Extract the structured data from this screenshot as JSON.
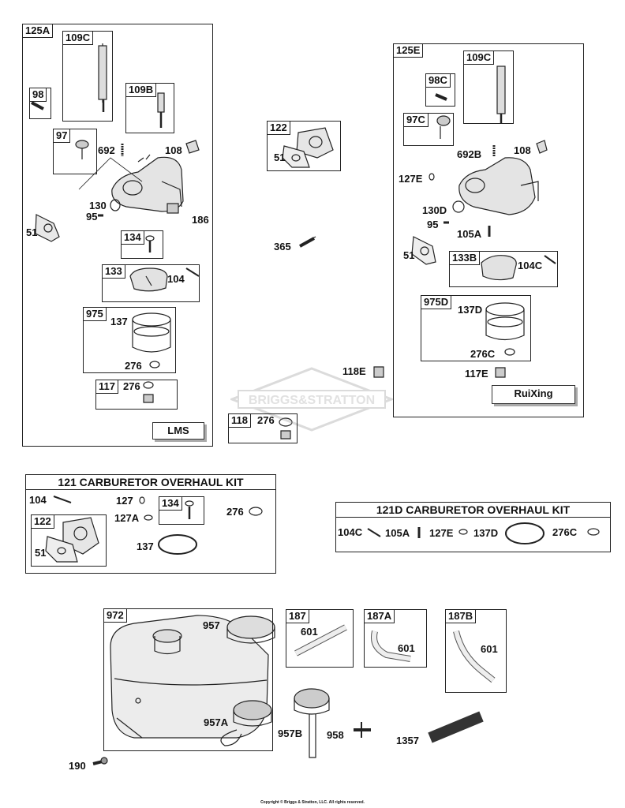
{
  "lms_group": {
    "tag": "125A",
    "brand": "LMS",
    "l_109c": "109C",
    "l_98": "98",
    "l_109b": "109B",
    "l_97": "97",
    "l_692": "692",
    "l_108": "108",
    "l_130": "130",
    "l_95": "95",
    "l_186": "186",
    "l_51": "51",
    "l_134": "134",
    "l_133": "133",
    "l_104": "104",
    "l_975": "975",
    "l_137": "137",
    "l_276": "276",
    "l_117": "117",
    "l_276b": "276"
  },
  "ruixing_group": {
    "tag": "125E",
    "brand": "RuiXing",
    "l_109c": "109C",
    "l_98c": "98C",
    "l_97c": "97C",
    "l_692b": "692B",
    "l_108": "108",
    "l_127e": "127E",
    "l_130d": "130D",
    "l_95": "95",
    "l_105a": "105A",
    "l_51": "51",
    "l_133b": "133B",
    "l_104c": "104C",
    "l_975d": "975D",
    "l_137d": "137D",
    "l_276c": "276C",
    "l_117e": "117E",
    "l_118e": "118E"
  },
  "center_parts": {
    "l_122": "122",
    "l_51": "51",
    "l_365": "365",
    "l_118": "118",
    "l_276": "276"
  },
  "kit_121": {
    "title": "121 CARBURETOR OVERHAUL KIT",
    "l_104": "104",
    "l_127": "127",
    "l_127a": "127A",
    "l_134": "134",
    "l_276": "276",
    "l_122": "122",
    "l_51": "51",
    "l_137": "137"
  },
  "kit_121d": {
    "title": "121D CARBURETOR OVERHAUL KIT",
    "l_104c": "104C",
    "l_105a": "105A",
    "l_127e": "127E",
    "l_137d": "137D",
    "l_276c": "276C"
  },
  "fuel_system": {
    "l_972": "972",
    "l_957": "957",
    "l_957a": "957A",
    "l_957b": "957B",
    "l_958": "958",
    "l_1357": "1357",
    "l_190": "190",
    "l_187": "187",
    "l_601": "601",
    "l_187a": "187A",
    "l_601a": "601",
    "l_187b": "187B",
    "l_601b": "601"
  },
  "watermark": "BRIGGS&STRATTON",
  "copyright": "Copyright © Briggs & Stratton, LLC. All rights reserved."
}
